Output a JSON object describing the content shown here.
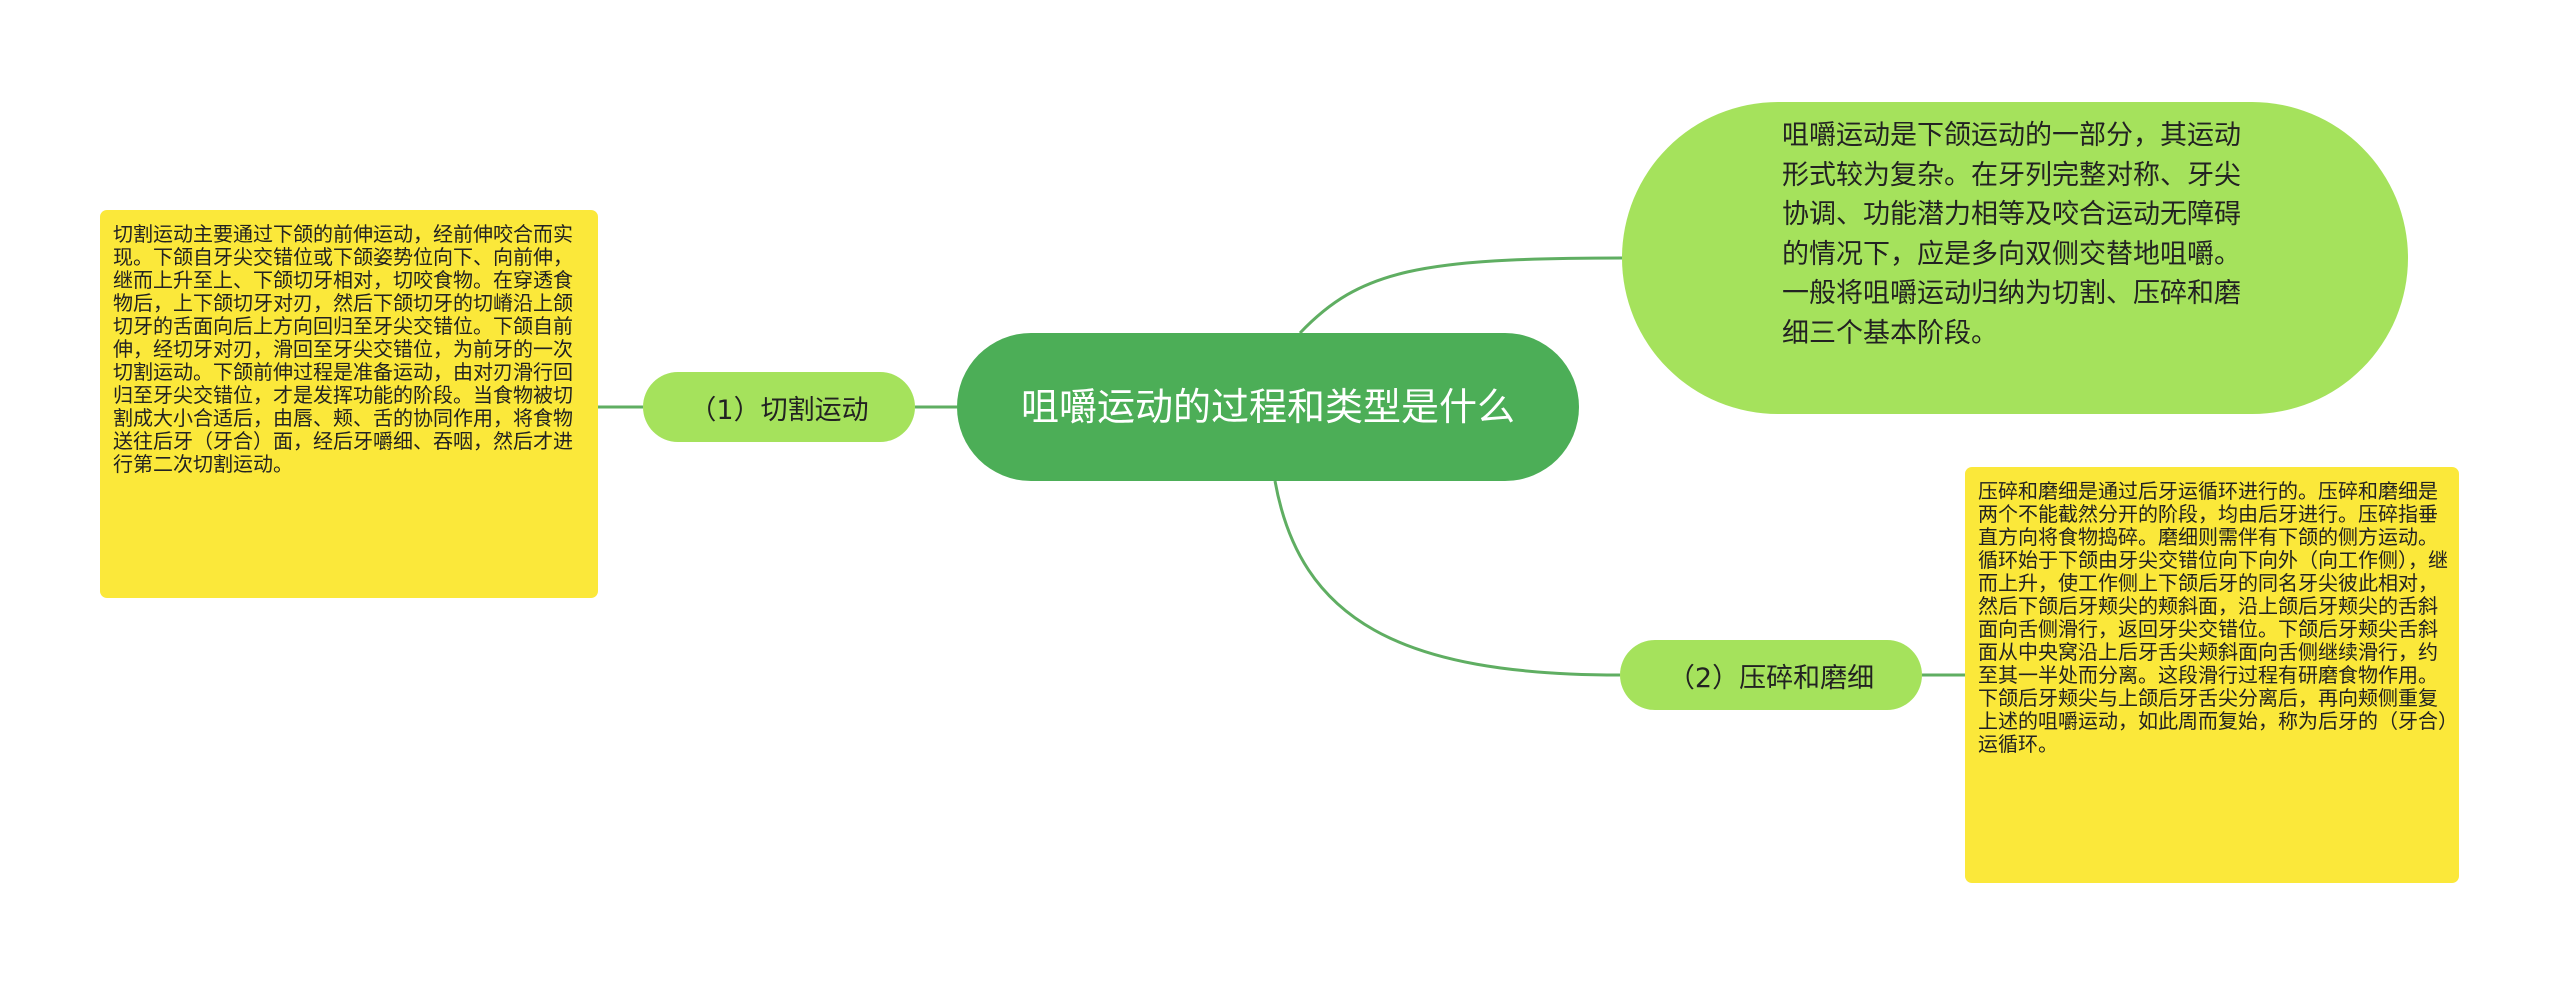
{
  "root": {
    "title": "咀嚼运动的过程和类型是什么"
  },
  "summary": {
    "text": "咀嚼运动是下颌运动的一部分，其运动形式较为复杂。在牙列完整对称、牙尖协调、功能潜力相等及咬合运动无障碍的情况下，应是多向双侧交替地咀嚼。一般将咀嚼运动归纳为切割、压碎和磨细三个基本阶段。"
  },
  "branches": [
    {
      "label": "（1）切割运动",
      "detail": "切割运动主要通过下颌的前伸运动，经前伸咬合而实现。下颌自牙尖交错位或下颌姿势位向下、向前伸，继而上升至上、下颌切牙相对，切咬食物。在穿透食物后，上下颌切牙对刃，然后下颌切牙的切嵴沿上颌切牙的舌面向后上方向回归至牙尖交错位。下颌自前伸，经切牙对刃，滑回至牙尖交错位，为前牙的一次切割运动。下颌前伸过程是准备运动，由对刃滑行回归至牙尖交错位，才是发挥功能的阶段。当食物被切割成大小合适后，由唇、颊、舌的协同作用，将食物送往后牙（牙合）面，经后牙嚼细、吞咽，然后才进行第二次切割运动。"
    },
    {
      "label": "（2）压碎和磨细",
      "detail": "压碎和磨细是通过后牙运循环进行的。压碎和磨细是两个不能截然分开的阶段，均由后牙进行。压碎指垂直方向将食物捣碎。磨细则需伴有下颌的侧方运动。循环始于下颌由牙尖交错位向下向外（向工作侧），继而上升，使工作侧上下颌后牙的同名牙尖彼此相对，然后下颌后牙颊尖的颊斜面，沿上颌后牙颊尖的舌斜面向舌侧滑行，返回牙尖交错位。下颌后牙颊尖舌斜面从中央窝沿上后牙舌尖颊斜面向舌侧继续滑行，约至其一半处而分离。这段滑行过程有研磨食物作用。下颌后牙颊尖与上颌后牙舌尖分离后，再向颊侧重复上述的咀嚼运动，如此周而复始，称为后牙的（牙合）运循环。"
    }
  ],
  "colors": {
    "root_fill": "#4cae57",
    "branch_fill": "#a5e25c",
    "detail_fill": "#fbe83a",
    "connector": "#5fae62"
  }
}
